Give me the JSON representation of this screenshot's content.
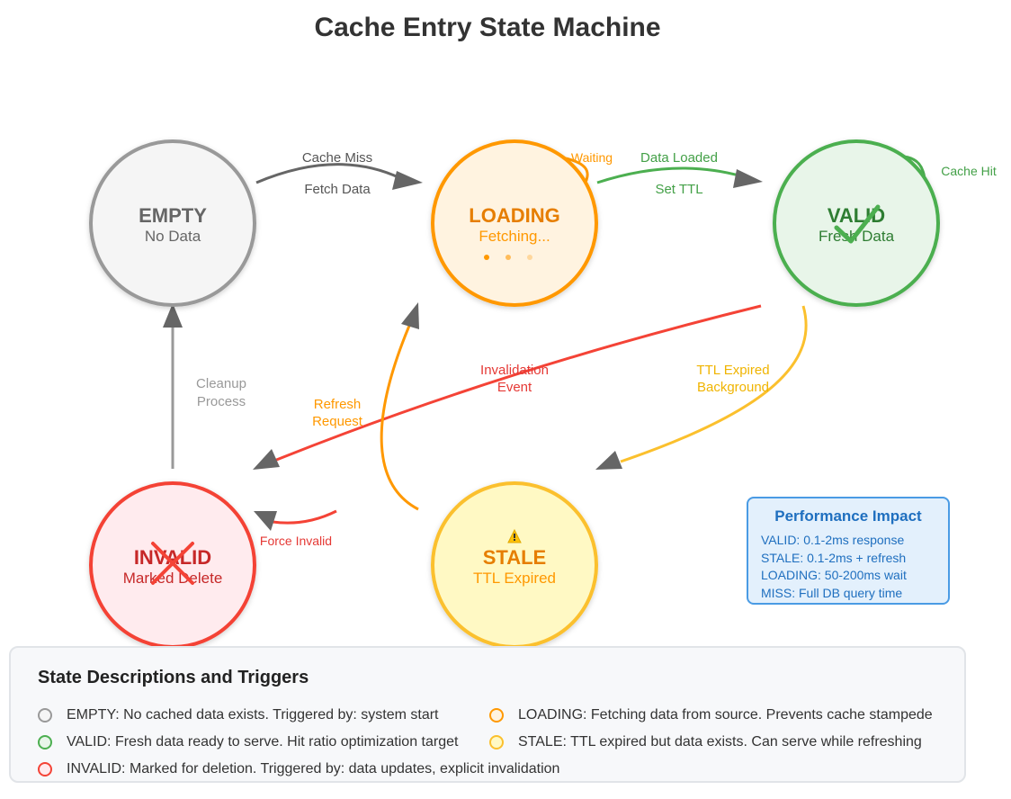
{
  "title": "Cache Entry State Machine",
  "states": {
    "empty": {
      "name": "EMPTY",
      "sub": "No Data"
    },
    "loading": {
      "name": "LOADING",
      "sub": "Fetching..."
    },
    "valid": {
      "name": "VALID",
      "sub": "Fresh Data"
    },
    "invalid": {
      "name": "INVALID",
      "sub": "Marked Delete"
    },
    "stale": {
      "name": "STALE",
      "sub": "TTL Expired"
    }
  },
  "transitions": {
    "cache_miss": "Cache Miss",
    "fetch_data": "Fetch Data",
    "waiting": "Waiting",
    "data_loaded": "Data Loaded",
    "set_ttl": "Set TTL",
    "cache_hit": "Cache Hit",
    "invalidation_1": "Invalidation",
    "invalidation_2": "Event",
    "ttl_expired_1": "TTL Expired",
    "ttl_expired_2": "Background",
    "cleanup_1": "Cleanup",
    "cleanup_2": "Process",
    "refresh_1": "Refresh",
    "refresh_2": "Request",
    "force_invalid": "Force Invalid"
  },
  "icons": {
    "valid": "checkmark-icon",
    "invalid": "cross-icon",
    "stale": "warning-icon",
    "loading": "loading-dots-icon"
  },
  "colors": {
    "empty": "#999999",
    "loading": "#ff9800",
    "valid": "#4caf50",
    "invalid": "#f44336",
    "stale": "#fbc02d",
    "perf_accent": "#1f6fbf"
  },
  "performance": {
    "title": "Performance Impact",
    "lines": [
      "VALID: 0.1-2ms response",
      "STALE: 0.1-2ms + refresh",
      "LOADING: 50-200ms wait",
      "MISS: Full DB query time"
    ]
  },
  "legend": {
    "title": "State Descriptions and Triggers",
    "items": [
      "EMPTY: No cached data exists. Triggered by: system start",
      "LOADING: Fetching data from source. Prevents cache stampede",
      "VALID: Fresh data ready to serve. Hit ratio optimization target",
      "STALE: TTL expired but data exists. Can serve while refreshing",
      "INVALID: Marked for deletion. Triggered by: data updates, explicit invalidation"
    ]
  }
}
